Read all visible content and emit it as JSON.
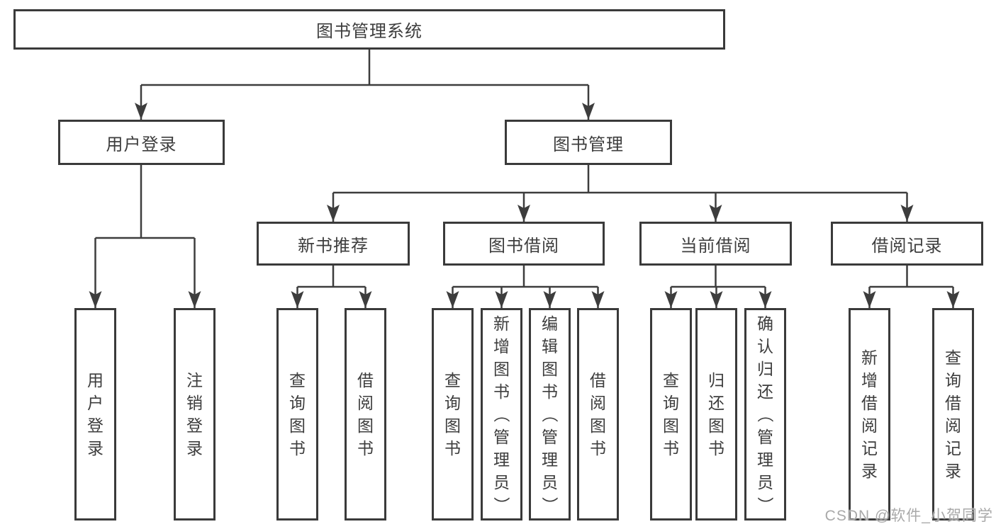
{
  "diagram": {
    "root": {
      "label": "图书管理系统"
    },
    "branches": [
      {
        "label": "用户登录",
        "children": [
          {
            "label": "用户登录"
          },
          {
            "label": "注销登录"
          }
        ]
      },
      {
        "label": "图书管理",
        "children": [
          {
            "label": "新书推荐",
            "children": [
              {
                "label": "查询图书"
              },
              {
                "label": "借阅图书"
              }
            ]
          },
          {
            "label": "图书借阅",
            "children": [
              {
                "label": "查询图书"
              },
              {
                "label": "新增图书（管理员）"
              },
              {
                "label": "编辑图书（管理员）"
              },
              {
                "label": "借阅图书"
              }
            ]
          },
          {
            "label": "当前借阅",
            "children": [
              {
                "label": "查询图书"
              },
              {
                "label": "归还图书"
              },
              {
                "label": "确认归还（管理员）"
              }
            ]
          },
          {
            "label": "借阅记录",
            "children": [
              {
                "label": "新增借阅记录"
              },
              {
                "label": "查询借阅记录"
              }
            ]
          }
        ]
      }
    ]
  },
  "watermark": {
    "text": "CSDN @软件_小贺同学"
  },
  "colors": {
    "background": "#ffffff",
    "box_border": "#3a3a3a",
    "text": "#3d3d3d",
    "line": "#3d3d3d",
    "watermark": "#a9a9a9"
  }
}
